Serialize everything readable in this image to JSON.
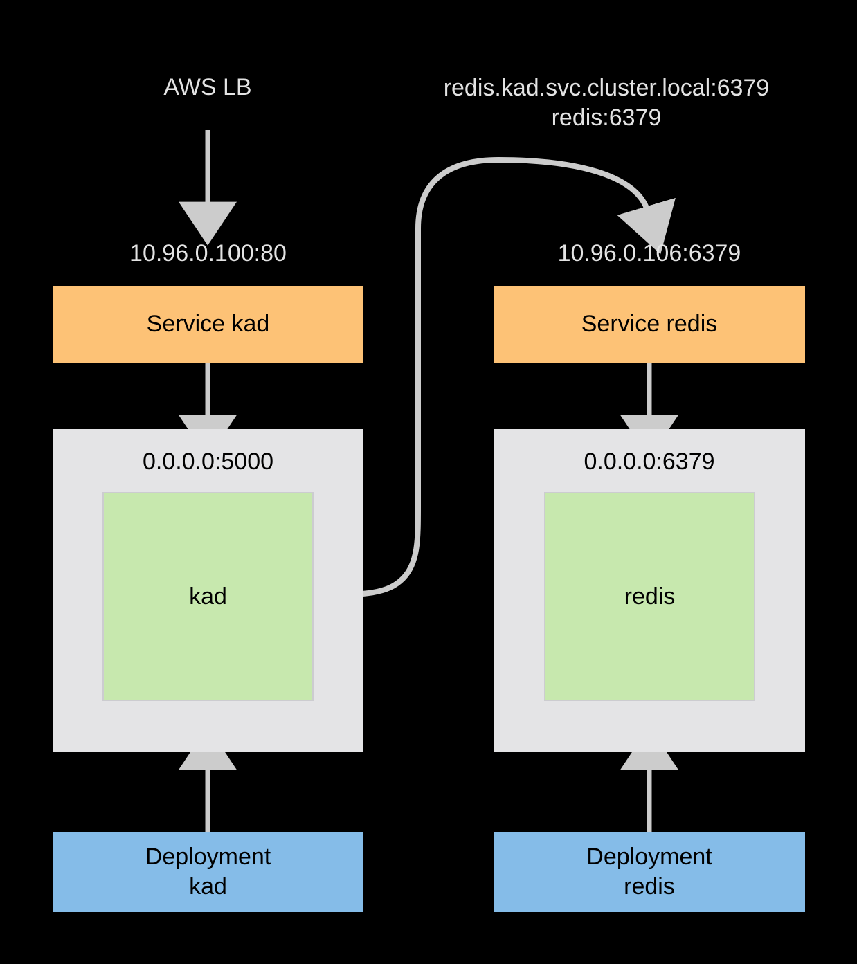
{
  "diagram": {
    "title": "Kubernetes kad / redis service topology",
    "background_color": "#000000",
    "colors": {
      "service": "#FDC276",
      "pod": "#E4E4E6",
      "container": "#C7E8AE",
      "container_border": "#CCCCD0",
      "deployment": "#85BCE8",
      "arrow": "#CCCCCC",
      "label_on_black": "#E3E3E3",
      "label_on_box": "#000000"
    }
  },
  "labels": {
    "aws_lb": "AWS LB",
    "redis_dns_fqdn": "redis.kad.svc.cluster.local:6379",
    "redis_dns_short": "redis:6379",
    "kad_service_ip": "10.96.0.100:80",
    "redis_service_ip": "10.96.0.106:6379",
    "kad_pod_port": "0.0.0.0:5000",
    "redis_pod_port": "0.0.0.0:6379"
  },
  "left_column": {
    "service": {
      "label": "Service kad"
    },
    "pod": {
      "port": "0.0.0.0:5000"
    },
    "container": {
      "label": "kad"
    },
    "deployment": {
      "label": "Deployment\nkad",
      "line1": "Deployment",
      "line2": "kad"
    }
  },
  "right_column": {
    "service": {
      "label": "Service redis"
    },
    "pod": {
      "port": "0.0.0.0:6379"
    },
    "container": {
      "label": "redis"
    },
    "deployment": {
      "label": "Deployment\nredis",
      "line1": "Deployment",
      "line2": "redis"
    }
  },
  "connections": [
    {
      "name": "aws-lb-to-kad-service",
      "from": "AWS LB",
      "to": "Service kad",
      "style": "straight-down"
    },
    {
      "name": "kad-service-to-kad-pod",
      "from": "Service kad",
      "to": "kad pod",
      "style": "straight-down"
    },
    {
      "name": "kad-deployment-to-kad-pod",
      "from": "Deployment kad",
      "to": "kad pod",
      "style": "straight-up"
    },
    {
      "name": "kad-container-to-redis-service",
      "from": "kad container",
      "to": "Service redis",
      "style": "curved",
      "label": "redis.kad.svc.cluster.local:6379 / redis:6379"
    },
    {
      "name": "redis-service-to-redis-pod",
      "from": "Service redis",
      "to": "redis pod",
      "style": "straight-down"
    },
    {
      "name": "redis-deployment-to-redis-pod",
      "from": "Deployment redis",
      "to": "redis pod",
      "style": "straight-up"
    }
  ]
}
